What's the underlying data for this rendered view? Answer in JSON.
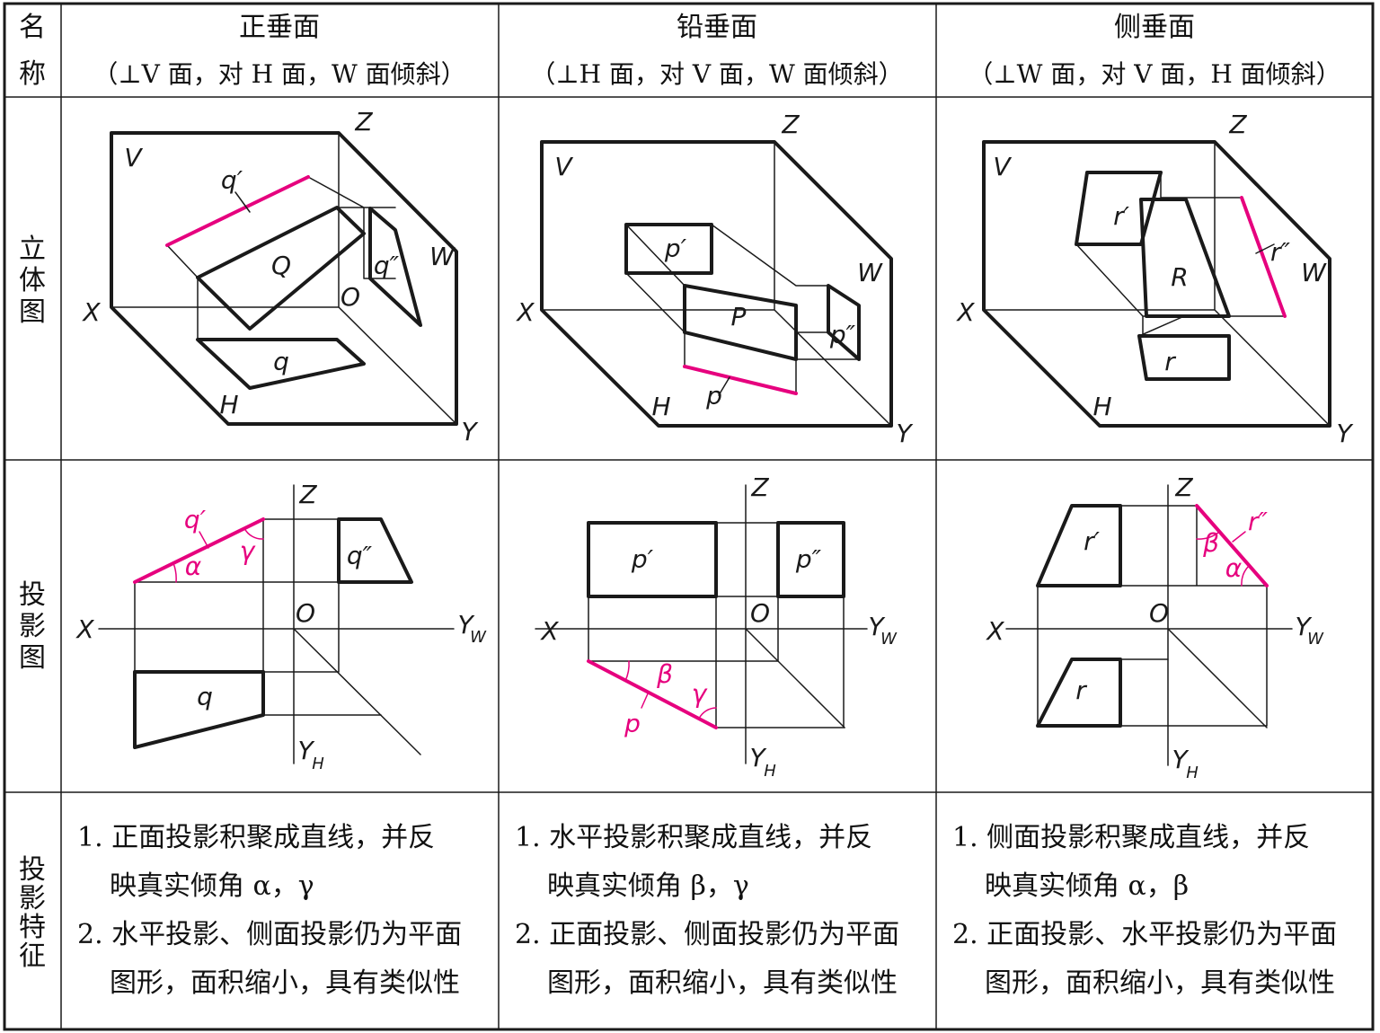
{
  "colors": {
    "ink": "#1a1a1a",
    "accent": "#e6007e"
  },
  "row_labels": {
    "name": [
      "名",
      "称"
    ],
    "solid": [
      "立",
      "体",
      "图"
    ],
    "projection": [
      "投",
      "影",
      "图"
    ],
    "features": [
      "投",
      "影",
      "特",
      "征"
    ]
  },
  "columns": [
    {
      "name": "正垂面",
      "condition": "（⊥V 面，对 H 面，W 面倾斜）",
      "solid_labels": {
        "v": "V",
        "z": "Z",
        "x": "X",
        "w": "W",
        "h": "H",
        "y": "Y",
        "o": "O",
        "face": "Q",
        "front": "q′",
        "side": "q″",
        "top": "q"
      },
      "proj_labels": {
        "z": "Z",
        "x": "X",
        "yw": "Y",
        "yw_sub": "W",
        "yh": "Y",
        "yh_sub": "H",
        "o": "O",
        "front": "q′",
        "side": "q″",
        "top": "q",
        "ang1": "α",
        "ang2": "γ"
      },
      "features": [
        "1. 正面投影积聚成直线，并反",
        "映真实倾角 α，γ",
        "2. 水平投影、侧面投影仍为平面",
        "图形，面积缩小，具有类似性"
      ]
    },
    {
      "name": "铅垂面",
      "condition": "（⊥H 面，对 V 面，W 面倾斜）",
      "solid_labels": {
        "v": "V",
        "z": "Z",
        "x": "X",
        "w": "W",
        "h": "H",
        "y": "Y",
        "face": "P",
        "front": "p′",
        "side": "p″",
        "top": "p"
      },
      "proj_labels": {
        "z": "Z",
        "x": "X",
        "yw": "Y",
        "yw_sub": "W",
        "yh": "Y",
        "yh_sub": "H",
        "o": "O",
        "front": "p′",
        "side": "p″",
        "top": "p",
        "ang1": "β",
        "ang2": "γ"
      },
      "features": [
        "1. 水平投影积聚成直线，并反",
        "映真实倾角 β，γ",
        "2. 正面投影、侧面投影仍为平面",
        "图形，面积缩小，具有类似性"
      ]
    },
    {
      "name": "侧垂面",
      "condition": "（⊥W 面，对 V 面，H 面倾斜）",
      "solid_labels": {
        "v": "V",
        "z": "Z",
        "x": "X",
        "w": "W",
        "h": "H",
        "y": "Y",
        "face": "R",
        "front": "r′",
        "side": "r″",
        "top": "r"
      },
      "proj_labels": {
        "z": "Z",
        "x": "X",
        "yw": "Y",
        "yw_sub": "W",
        "yh": "Y",
        "yh_sub": "H",
        "o": "O",
        "front": "r′",
        "side": "r″",
        "top": "r",
        "ang1": "β",
        "ang2": "α"
      },
      "features": [
        "1. 侧面投影积聚成直线，并反",
        "映真实倾角 α，β",
        "2. 正面投影、水平投影仍为平面",
        "图形，面积缩小，具有类似性"
      ]
    }
  ]
}
